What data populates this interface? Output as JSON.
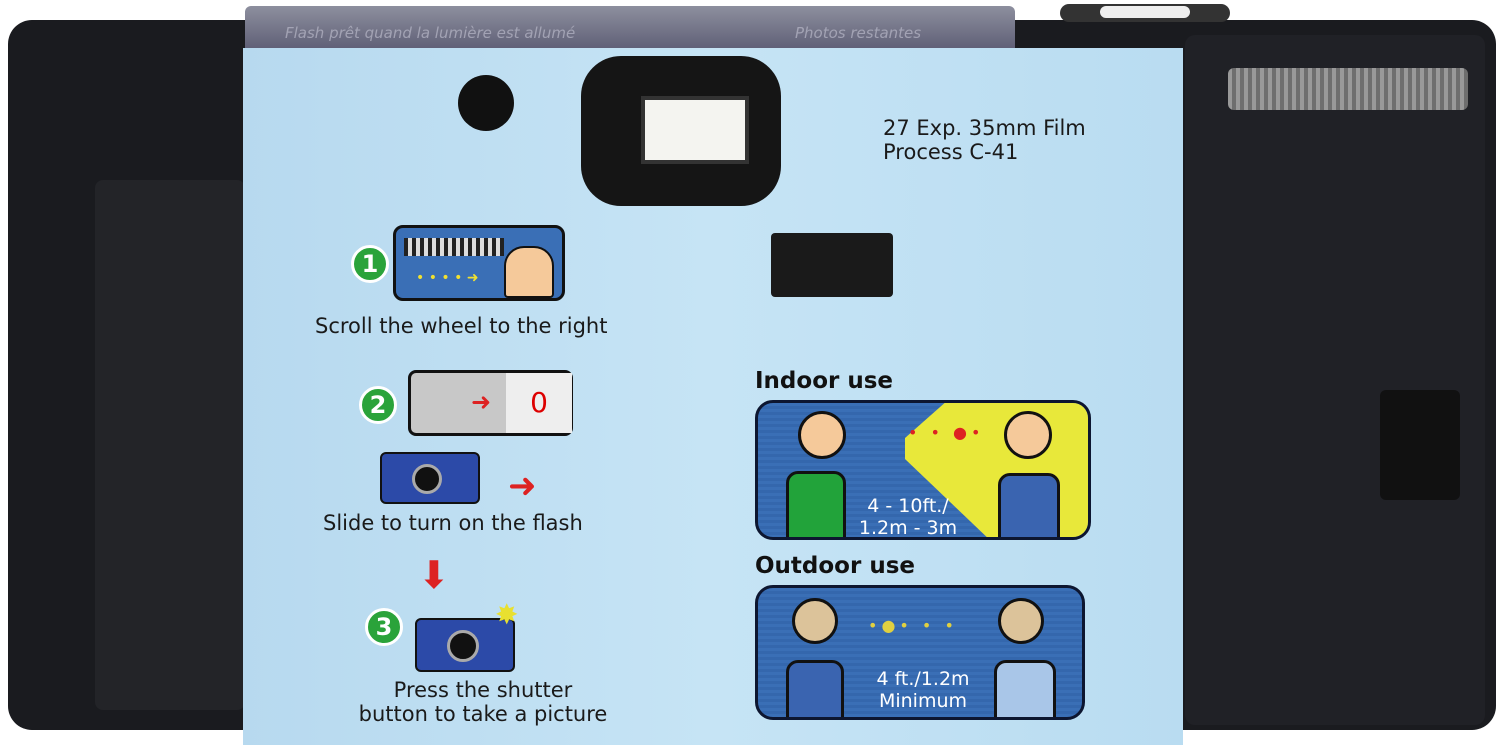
{
  "camera_top": {
    "flash_ready": "Flash prêt quand la lumière est allumé",
    "photos_left": "Photos restantes"
  },
  "film_info": {
    "line1": "27 Exp. 35mm Film",
    "line2": "Process C-41"
  },
  "steps": [
    {
      "number": "1",
      "caption": "Scroll the wheel to the right"
    },
    {
      "number": "2",
      "caption": "Slide to turn on the flash"
    },
    {
      "number": "3",
      "caption_line1": "Press the shutter",
      "caption_line2": "button to take a picture"
    }
  ],
  "indoor": {
    "title": "Indoor use",
    "distance_line1": "4 -  10ft./",
    "distance_line2": "1.2m - 3m"
  },
  "outdoor": {
    "title": "Outdoor use",
    "distance_line1": "4 ft./1.2m",
    "distance_line2": "Minimum"
  }
}
